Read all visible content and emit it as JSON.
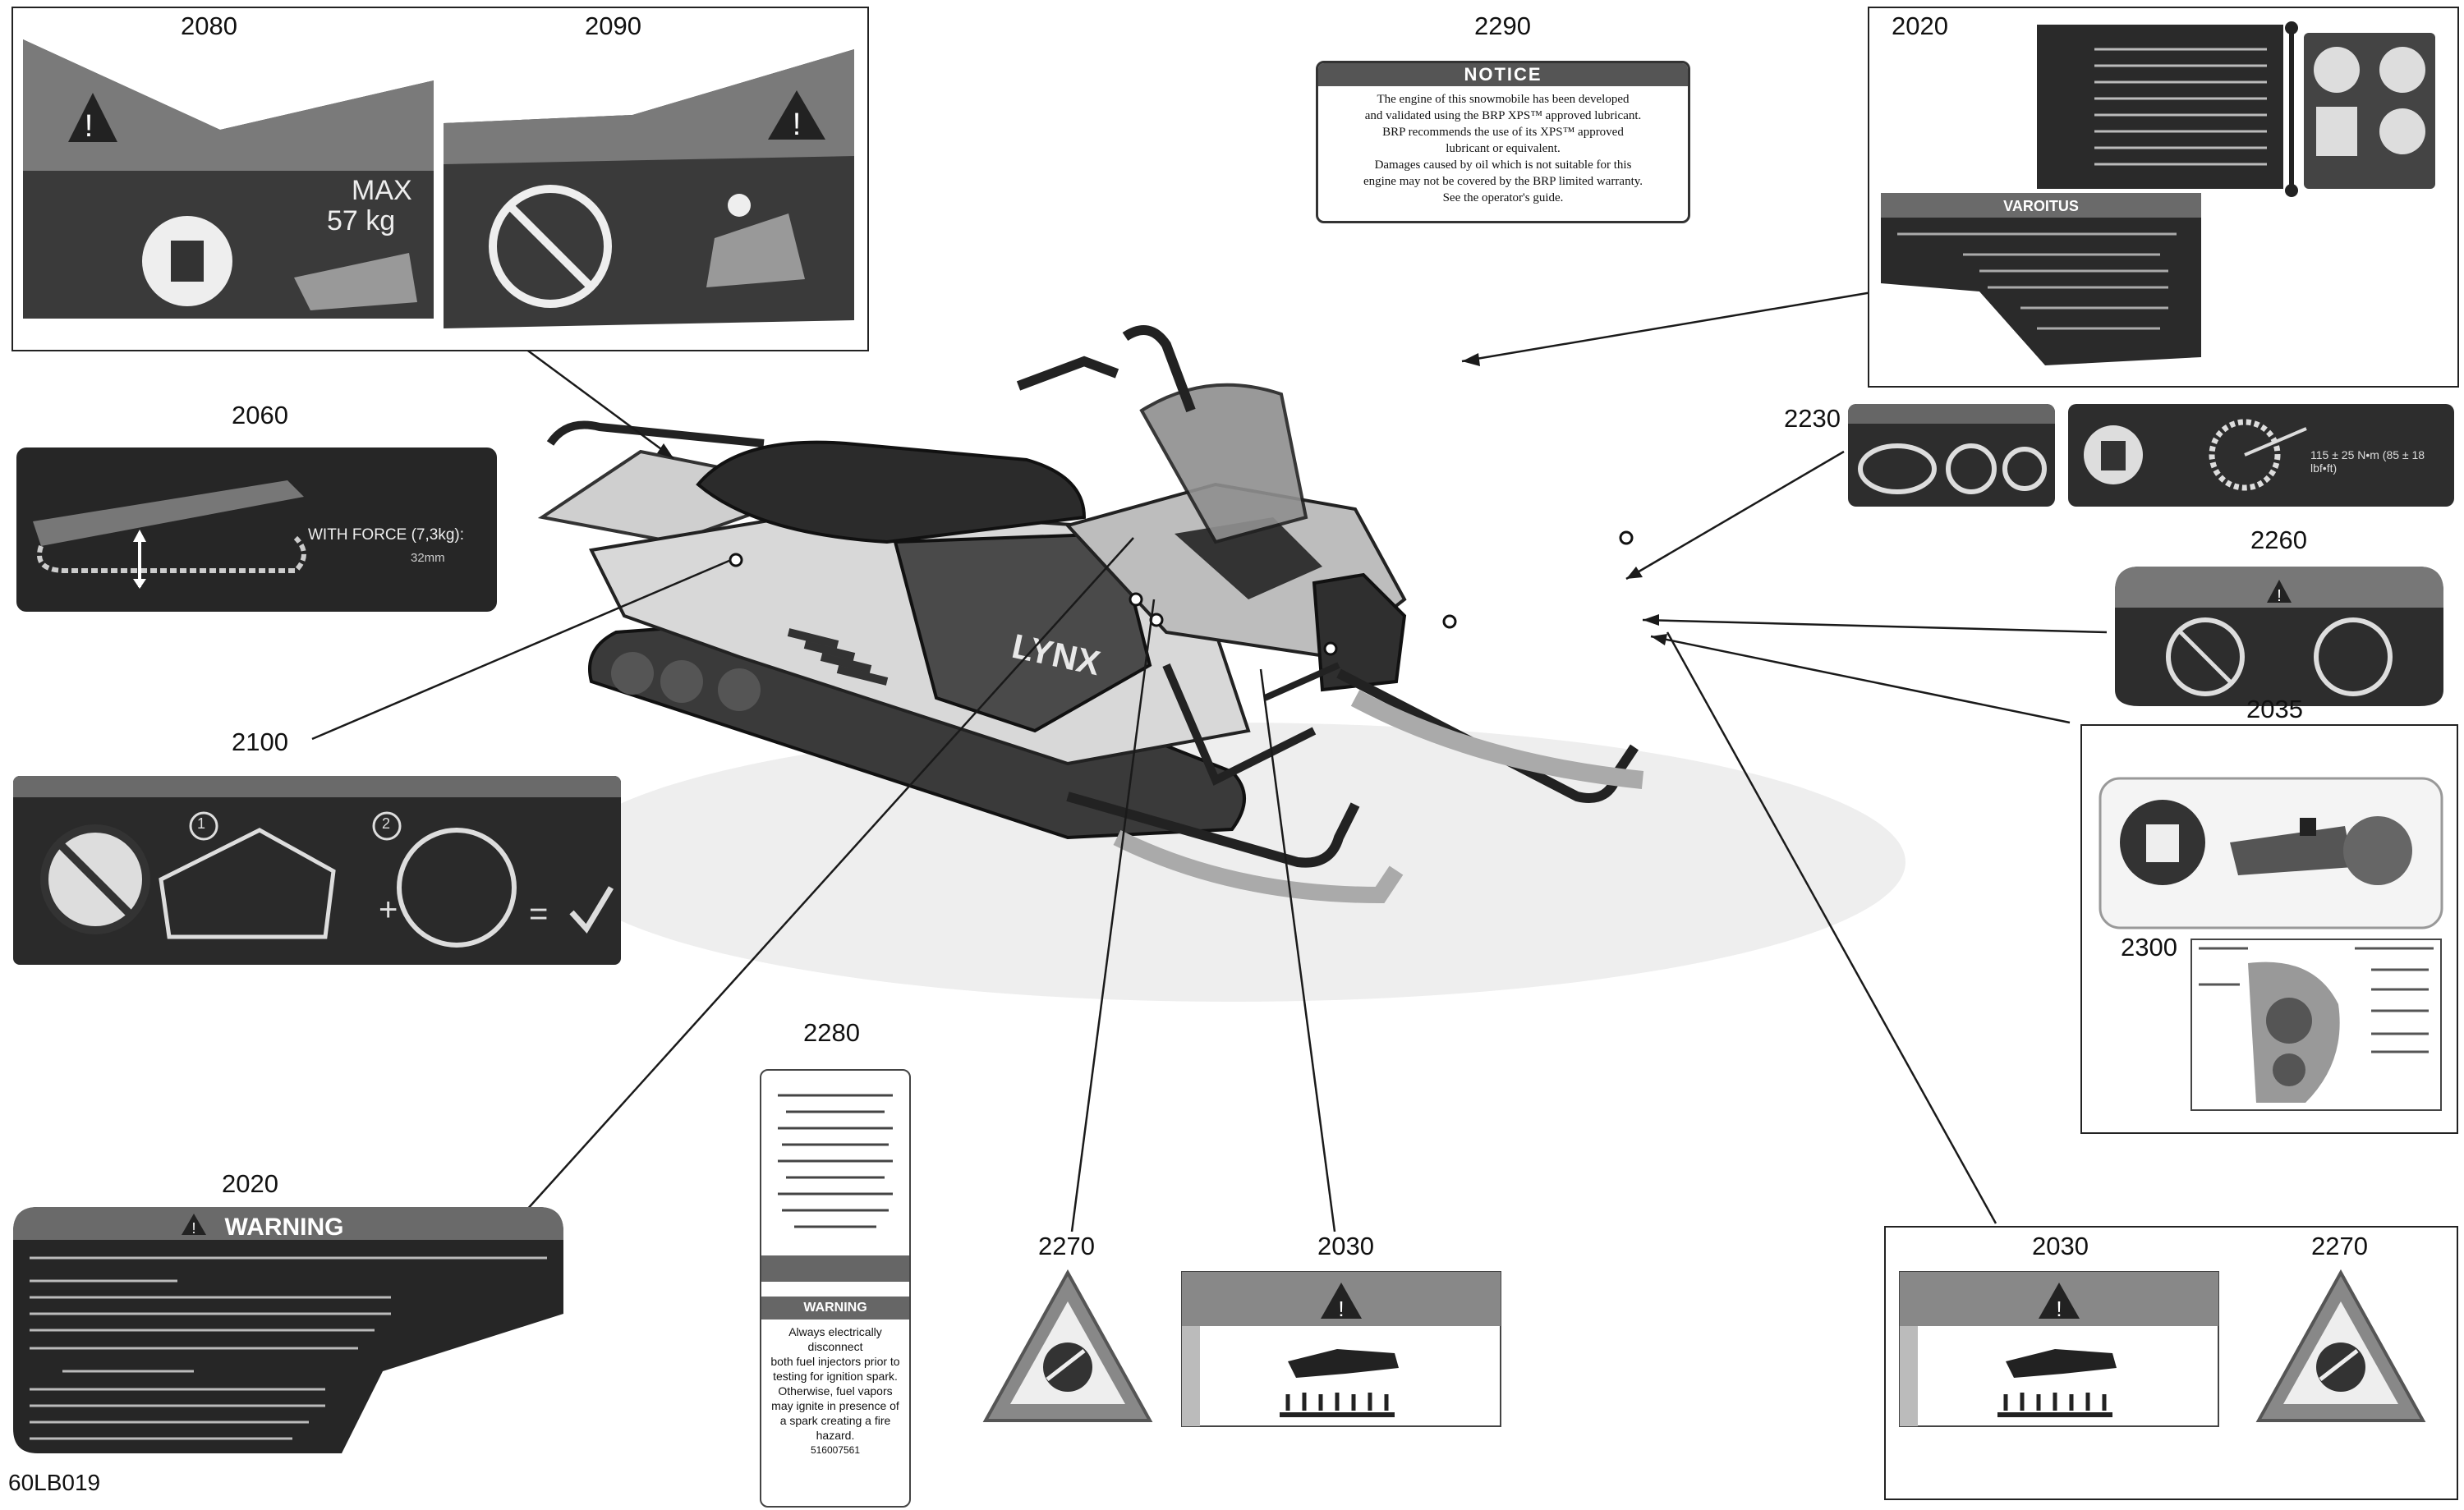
{
  "diagram_id": "60LB019",
  "callouts": {
    "c2080": "2080",
    "c2090": "2090",
    "c2290": "2290",
    "c2020_top": "2020",
    "c2060": "2060",
    "c2230": "2230",
    "c2260": "2260",
    "c2100": "2100",
    "c2035": "2035",
    "c2300": "2300",
    "c2280": "2280",
    "c2020_bottom": "2020",
    "c2270_left": "2270",
    "c2030_left": "2030",
    "c2030_right": "2030",
    "c2270_right": "2270"
  },
  "labels": {
    "max_load": "MAX",
    "max_load_value": "57 kg",
    "force_text": "WITH FORCE (7,3kg):",
    "force_value": "32mm",
    "notice_title": "NOTICE",
    "notice_lines": [
      "The engine of this snowmobile has been developed",
      "and validated using the BRP XPS™ approved lubricant.",
      "BRP recommends the use of its XPS™ approved",
      "lubricant or equivalent.",
      "Damages caused by oil which is not suitable for this",
      "engine may not be covered by the BRP limited warranty.",
      "See the operator's guide."
    ],
    "varoitus": "VAROITUS",
    "warning": "WARNING",
    "warning_2280": "WARNING",
    "warning_2280_lines": [
      "Always electrically",
      "disconnect",
      "both fuel injectors prior to",
      "testing for ignition spark.",
      "Otherwise, fuel vapors",
      "may ignite in presence of",
      "a spark creating a fire",
      "hazard."
    ],
    "part_2280": "516007561",
    "step1": "1",
    "step2": "2",
    "torque_2230": "115 ± 25 N•m (85 ± 18 lbf•ft)",
    "brand": "LYNX"
  },
  "colors": {
    "label_dark": "#262626",
    "line": "#1a1a1a"
  }
}
